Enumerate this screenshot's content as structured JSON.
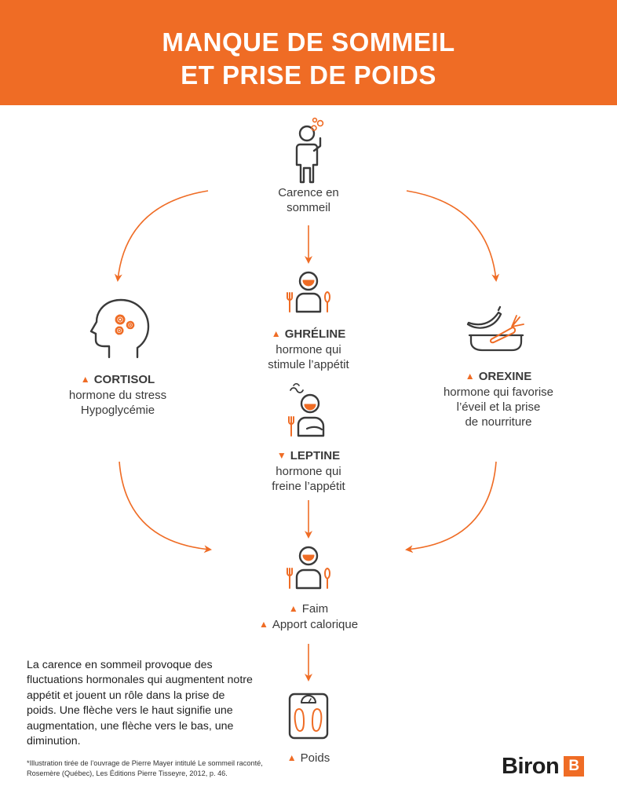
{
  "title": {
    "line1": "MANQUE DE SOMMEIL",
    "line2": "ET PRISE DE POIDS"
  },
  "colors": {
    "accent": "#ef6c25",
    "icon_stroke": "#3a3a3a",
    "text": "#333333"
  },
  "arrow_glyphs": {
    "up": "▲",
    "down": "▼"
  },
  "nodes": {
    "carence": {
      "line1": "Carence en",
      "line2": "sommeil",
      "icon": "sleepy-person-icon"
    },
    "ghreline": {
      "name": "GHRÉLINE",
      "direction": "up",
      "line1": "hormone qui",
      "line2": "stimule l’appétit",
      "icon": "person-eating-icon"
    },
    "leptine": {
      "name": "LEPTINE",
      "direction": "down",
      "line1": "hormone qui",
      "line2": "freine l’appétit",
      "icon": "person-full-icon"
    },
    "cortisol": {
      "name": "CORTISOL",
      "direction": "up",
      "line1": "hormone du stress",
      "line2": "Hypoglycémie",
      "icon": "head-gears-icon"
    },
    "orexine": {
      "name": "OREXINE",
      "direction": "up",
      "line1": "hormone qui favorise",
      "line2": "l’éveil et la prise",
      "line3": "de nourriture",
      "icon": "food-bowl-icon"
    },
    "faim": {
      "name1": "Faim",
      "name2": "Apport calorique",
      "direction": "up",
      "icon": "person-eating-icon"
    },
    "poids": {
      "name": "Poids",
      "direction": "up",
      "icon": "scale-icon"
    }
  },
  "description": "La carence en sommeil provoque des fluctuations hormonales qui augmentent notre appétit et jouent un rôle dans la prise de poids. Une flèche vers le haut signifie une augmentation, une flèche vers le bas, une diminution.",
  "footnote": "*Illustration tirée de l’ouvrage de Pierre Mayer intitulé Le sommeil raconté, Rosemère (Québec), Les Éditions Pierre Tisseyre, 2012, p. 46.",
  "brand": {
    "name": "Biron",
    "badge": "B"
  }
}
